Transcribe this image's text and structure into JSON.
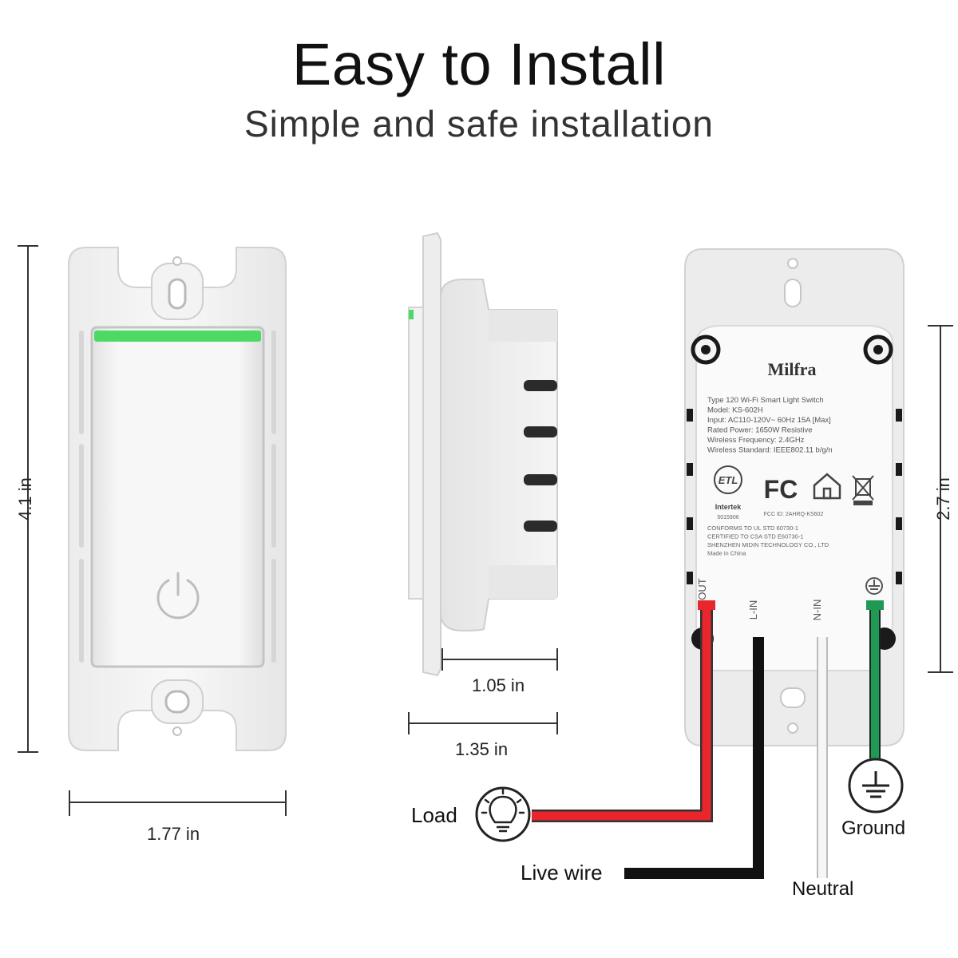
{
  "header": {
    "title": "Easy to Install",
    "subtitle": "Simple and safe installation"
  },
  "front": {
    "height_label": "4.1 in",
    "width_label": "1.77 in"
  },
  "side": {
    "depth_label": "1.05 in",
    "total_depth_label": "1.35 in"
  },
  "back": {
    "height_label": "2.7 in",
    "brand": "Milfra",
    "spec_lines": [
      "Type 120 Wi-Fi Smart Light Switch",
      "Model: KS-602H",
      "Input: AC110-120V~ 60Hz 15A [Max]",
      "Rated Power: 1650W  Resistive",
      "Wireless Frequency: 2.4GHz",
      "Wireless Standard: IEEE802.11 b/g/n"
    ],
    "cert_lines": [
      "CONFORMS TO UL STD 60730-1",
      "CERTIFIED TO CSA STD E60730-1",
      "SHENZHEN MIDIN TECHNOLOGY CO., LTD",
      "Made in China"
    ],
    "intertek": "Intertek",
    "intertek_no": "5015906",
    "fcc": "FC",
    "fcc_note": "FCC ID: 2AHRQ-KS602",
    "terminals": {
      "out": "OUT",
      "l": "L-IN",
      "n": "N-IN"
    }
  },
  "wiring": {
    "load": "Load",
    "live": "Live wire",
    "neutral": "Neutral",
    "ground": "Ground",
    "colors": {
      "load": "#e8262b",
      "live": "#111111",
      "neutral": "#f4f4f4",
      "ground": "#1e9a55",
      "led": "#4cd964"
    }
  }
}
